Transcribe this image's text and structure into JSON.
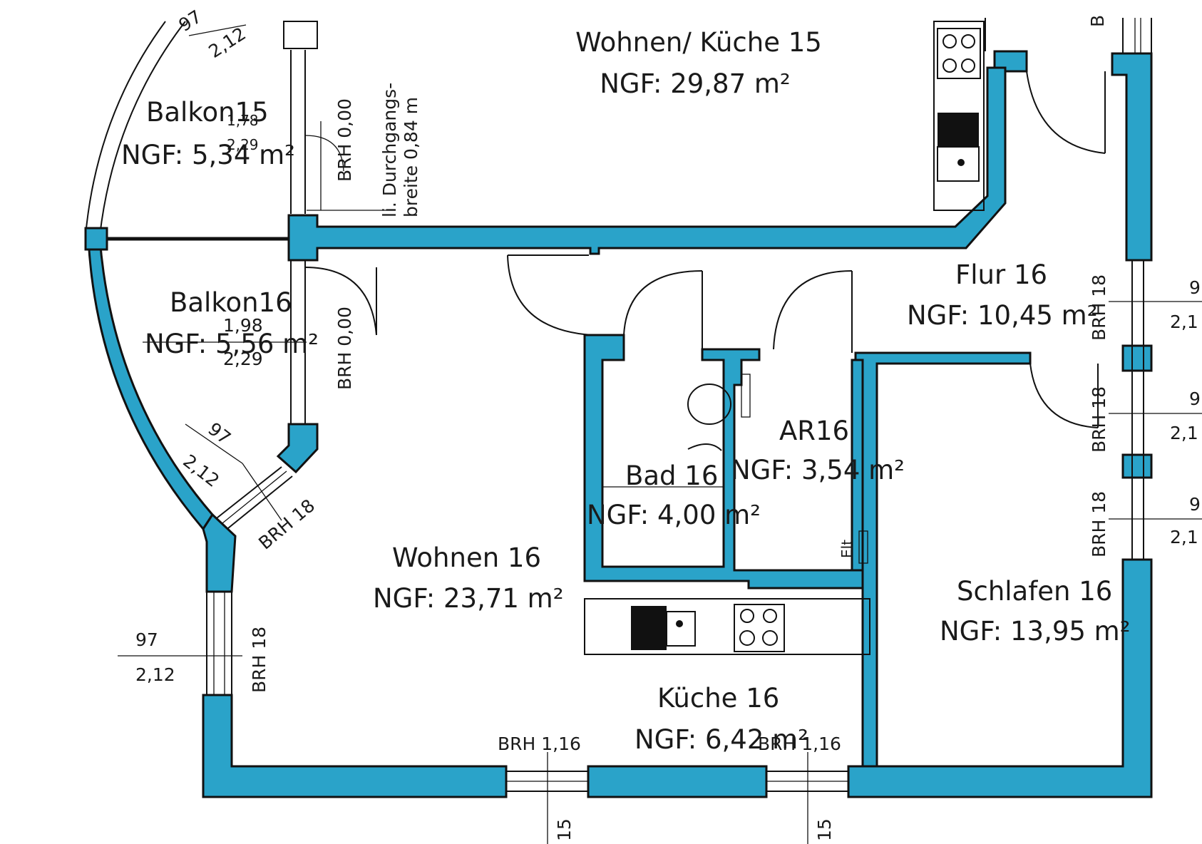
{
  "colors": {
    "wall": "#2aa3c9",
    "line": "#111111",
    "background": "#ffffff"
  },
  "rooms": {
    "wohnen_kueche_15": {
      "name": "Wohnen/ Küche 15",
      "area": "NGF: 29,87 m²"
    },
    "balkon15": {
      "name": "Balkon15",
      "area": "NGF: 5,34 m²"
    },
    "balkon16": {
      "name": "Balkon16",
      "area": "NGF: 5,56 m²"
    },
    "flur16": {
      "name": "Flur 16",
      "area": "NGF: 10,45 m²"
    },
    "ar16": {
      "name": "AR16",
      "area": "NGF: 3,54 m²"
    },
    "bad16": {
      "name": "Bad 16",
      "area": "NGF: 4,00 m²"
    },
    "wohnen16": {
      "name": "Wohnen 16",
      "area": "NGF: 23,71 m²"
    },
    "schlafen16": {
      "name": "Schlafen 16",
      "area": "NGF: 13,95 m²"
    },
    "kueche16": {
      "name": "Küche 16",
      "area": "NGF: 6,42 m²"
    }
  },
  "annotations": {
    "brh_000_a": "BRH 0,00",
    "brh_000_b": "BRH 0,00",
    "durchgang_1": "li. Durchgangs-",
    "durchgang_2": "breite 0,84 m",
    "balkon15_w": "1,78",
    "balkon15_h": "2,29",
    "balkon16_w": "1,98",
    "balkon16_h": "2,29",
    "top_left_w": "97",
    "top_left_h": "2,12",
    "diag_w": "97",
    "diag_h": "2,12",
    "diag_brh": "BRH 18",
    "left_win_w": "97",
    "left_win_h": "2,12",
    "left_win_brh": "BRH 18",
    "bottom_brh_a": "BRH 1,16",
    "bottom_brh_b": "BRH 1,16",
    "bottom_dim_a": "15",
    "bottom_dim_b": "15",
    "right_brh_1": "BRH 18",
    "right_brh_2": "BRH 18",
    "right_brh_3": "BRH 18",
    "right_w_1": "9",
    "right_h_1": "2,1",
    "right_w_2": "9",
    "right_h_2": "2,1",
    "right_w_3": "9",
    "right_h_3": "2,1",
    "top_right_brh": "B",
    "elt": "Elt"
  }
}
